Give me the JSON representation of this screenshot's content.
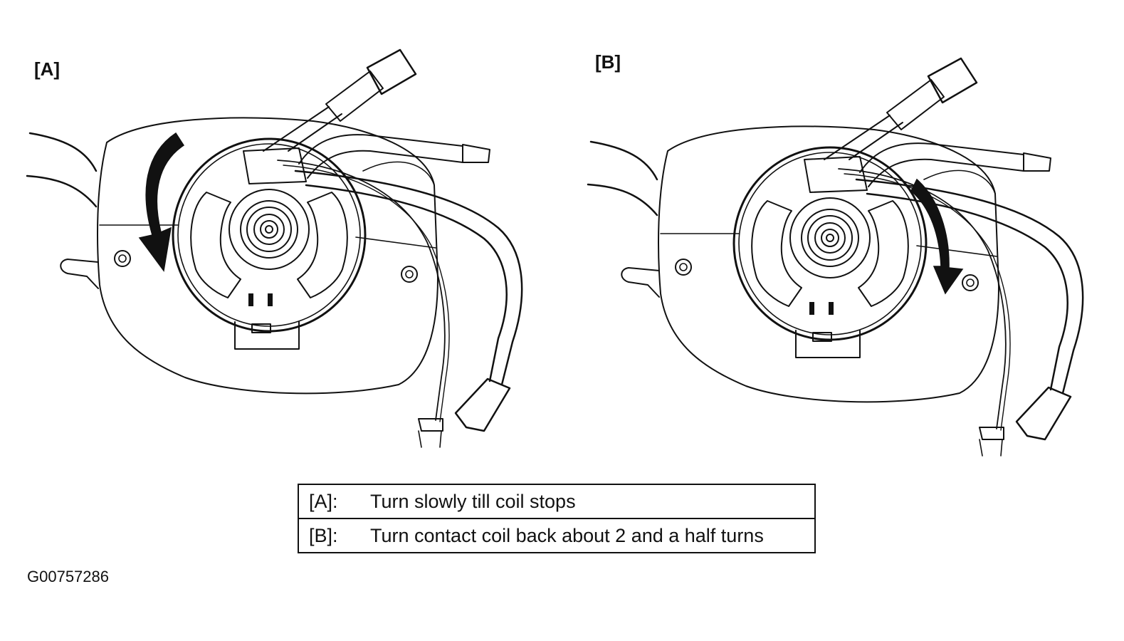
{
  "panels": [
    {
      "label": "[A]",
      "rotation": "counterclockwise"
    },
    {
      "label": "[B]",
      "rotation": "clockwise"
    }
  ],
  "legend": [
    {
      "key": "[A]:",
      "text": "Turn slowly till coil stops"
    },
    {
      "key": "[B]:",
      "text": "Turn contact coil back about 2 and a half turns"
    }
  ],
  "figure_id": "G00757286"
}
